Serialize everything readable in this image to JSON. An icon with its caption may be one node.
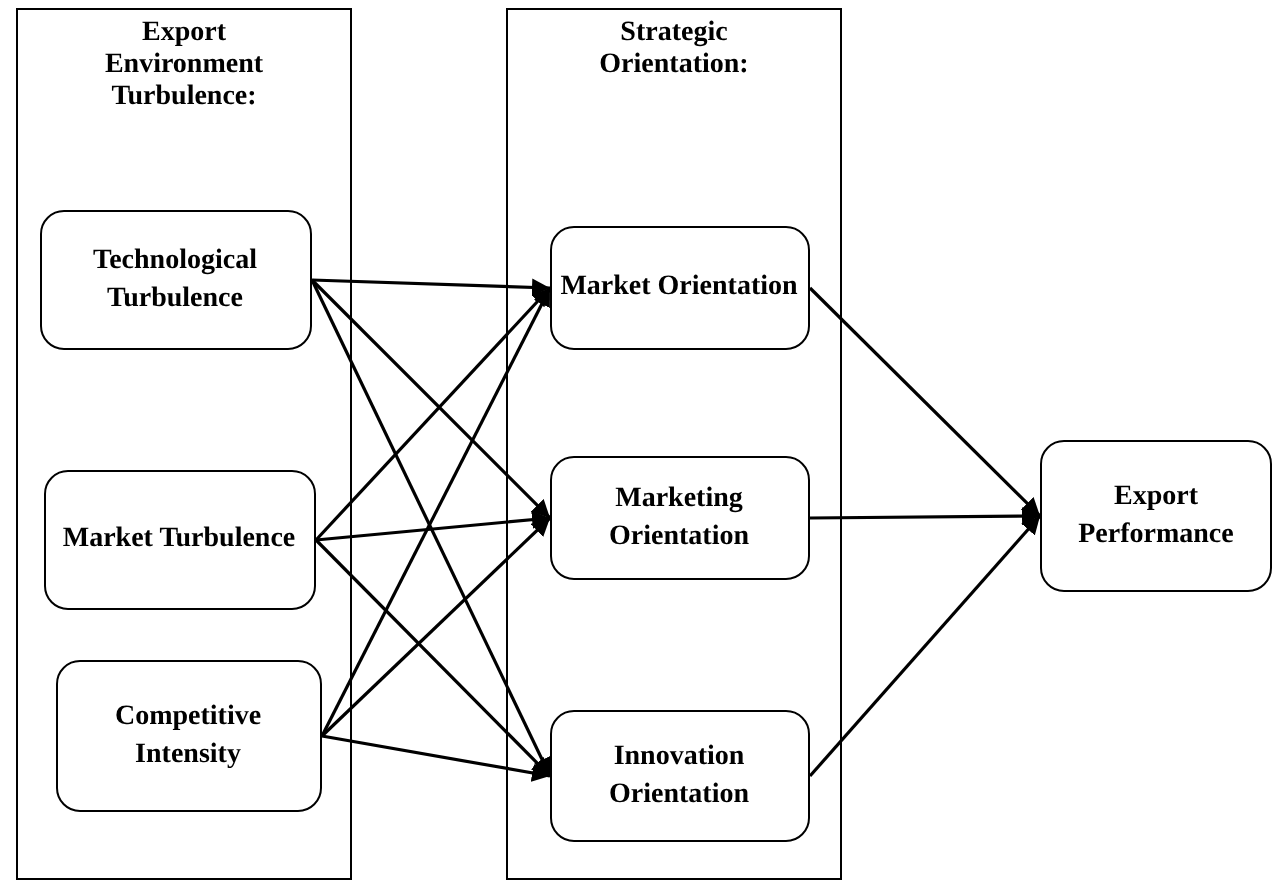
{
  "diagram": {
    "nodes": [
      {
        "text": [
          "Export Environment Turbulence:"
        ]
      },
      {
        "text": [
          "Technological Turbulence"
        ],
        "in": 0
      },
      {
        "text": [
          "Market Turbulence"
        ],
        "in": 0
      },
      {
        "text": [
          "Competitive Intensity"
        ],
        "in": 0
      },
      {
        "text": [
          "Strategic Orientation:"
        ]
      },
      {
        "text": [
          "Market Orientation"
        ],
        "in": 4
      },
      {
        "text": [
          "Marketing Orientation"
        ],
        "in": 4
      },
      {
        "text": [
          "Innovation Orientation"
        ],
        "in": 4
      },
      {
        "text": [
          "Export Performance"
        ]
      }
    ],
    "edges": [
      {
        "from": 1,
        "to": 5,
        "arrow": "to"
      },
      {
        "from": 1,
        "to": 6,
        "arrow": "to"
      },
      {
        "from": 1,
        "to": 7,
        "arrow": "to"
      },
      {
        "from": 2,
        "to": 5,
        "arrow": "to"
      },
      {
        "from": 2,
        "to": 6,
        "arrow": "to"
      },
      {
        "from": 2,
        "to": 7,
        "arrow": "to"
      },
      {
        "from": 3,
        "to": 5,
        "arrow": "to"
      },
      {
        "from": 3,
        "to": 6,
        "arrow": "to"
      },
      {
        "from": 3,
        "to": 7,
        "arrow": "to"
      },
      {
        "from": 5,
        "to": 8,
        "arrow": "to"
      },
      {
        "from": 6,
        "to": 8,
        "arrow": "to"
      },
      {
        "from": 7,
        "to": 8,
        "arrow": "to"
      }
    ]
  }
}
